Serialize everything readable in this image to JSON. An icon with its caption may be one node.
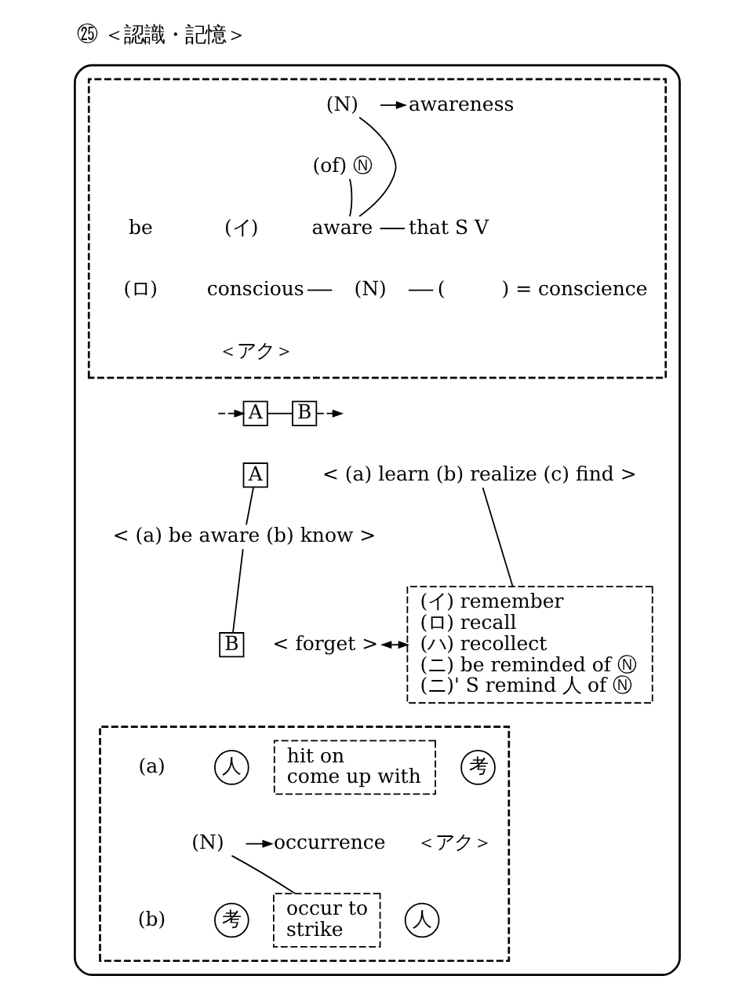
{
  "diagram": {
    "title": "㉕ ＜認識・記憶＞",
    "nodes": [
      {
        "text": [],
        "shape": "box"
      },
      {
        "text": [],
        "shape": "box",
        "in": 0
      },
      {
        "text": [
          "(N)"
        ],
        "in": 1
      },
      {
        "text": [
          "awareness"
        ],
        "in": 1
      },
      {
        "text": [
          "(of) Ⓝ"
        ],
        "in": 1
      },
      {
        "text": [
          "aware"
        ],
        "in": 1
      },
      {
        "text": [
          "that S V"
        ],
        "in": 1
      },
      {
        "text": [
          "conscious"
        ],
        "beside": [
          "＜アク＞"
        ],
        "in": 1
      },
      {
        "text": [
          "(N)"
        ],
        "in": 1
      },
      {
        "text": [
          "(　　　) = conscience"
        ],
        "in": 1
      },
      {
        "text": [
          "A"
        ],
        "in": 0
      },
      {
        "text": [
          "B"
        ],
        "in": 0
      },
      {
        "text": [
          "A"
        ],
        "in": 0
      },
      {
        "text": [
          "< (a) learn (b) realize (c) find >"
        ],
        "in": 0
      },
      {
        "text": [
          "< (a) be aware (b) know >"
        ],
        "in": 0
      },
      {
        "text": [
          "B"
        ],
        "in": 0
      },
      {
        "text": [
          "< forget >"
        ],
        "in": 0
      },
      {
        "text": [
          "(イ) remember",
          "(ロ) recall",
          "(ハ) recollect",
          "(ニ) be reminded of Ⓝ",
          "(ニ)' S remind 人 of Ⓝ"
        ],
        "in": 0
      },
      {
        "text": [],
        "shape": "box",
        "in": 0
      },
      {
        "text": [
          "人"
        ],
        "in": 18
      },
      {
        "text": [
          "hit on",
          "come up with"
        ],
        "in": 18
      },
      {
        "text": [
          "考"
        ],
        "in": 18
      },
      {
        "text": [
          "(N)"
        ],
        "in": 18
      },
      {
        "text": [
          "occurrence"
        ],
        "beside": [
          "＜アク＞"
        ],
        "in": 18
      },
      {
        "text": [
          "考"
        ],
        "in": 18
      },
      {
        "text": [
          "occur to",
          "strike"
        ],
        "in": 18
      },
      {
        "text": [
          "人"
        ],
        "in": 18
      }
    ],
    "edges": [
      {
        "from": 5,
        "to": 2,
        "arrow": "none"
      },
      {
        "from": 2,
        "to": 3,
        "arrow": "to"
      },
      {
        "from": 5,
        "to": 4,
        "arrow": "none"
      },
      {
        "from": 5,
        "to": 6,
        "arrow": "none"
      },
      {
        "from": 7,
        "to": 8,
        "arrow": "none"
      },
      {
        "from": 8,
        "to": 9,
        "arrow": "none"
      },
      {
        "from": null,
        "to": 10,
        "arrow": "to",
        "style": "dashed"
      },
      {
        "from": 10,
        "to": 11,
        "arrow": "none"
      },
      {
        "from": 11,
        "to": null,
        "arrow": "to",
        "style": "dashed"
      },
      {
        "from": 12,
        "to": 14,
        "arrow": "none"
      },
      {
        "from": 14,
        "to": 15,
        "arrow": "none"
      },
      {
        "from": 13,
        "to": 17,
        "arrow": "none"
      },
      {
        "from": 16,
        "to": 17,
        "arrow": "both"
      },
      {
        "from": 25,
        "to": 22,
        "arrow": "none"
      },
      {
        "from": 22,
        "to": 23,
        "arrow": "to"
      }
    ],
    "labels": [
      "be",
      "(イ)",
      "(ロ)",
      "(a)",
      "(b)"
    ]
  }
}
